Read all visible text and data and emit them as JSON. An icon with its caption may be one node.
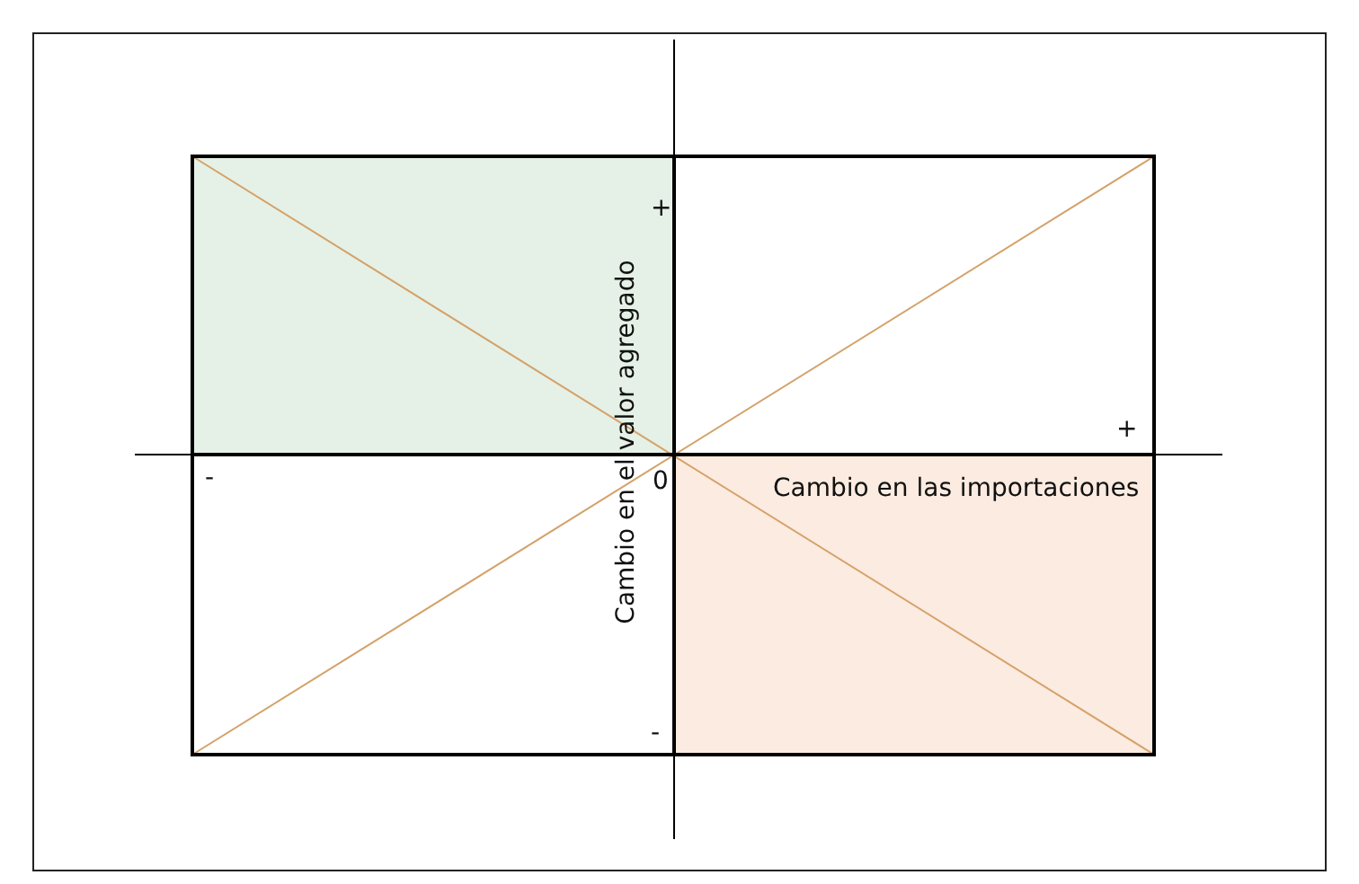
{
  "diagram": {
    "labels": [
      "+",
      "+",
      "-",
      "0",
      "Cambio en las importaciones",
      "Cambio en el valor agregado",
      "-"
    ]
  }
}
